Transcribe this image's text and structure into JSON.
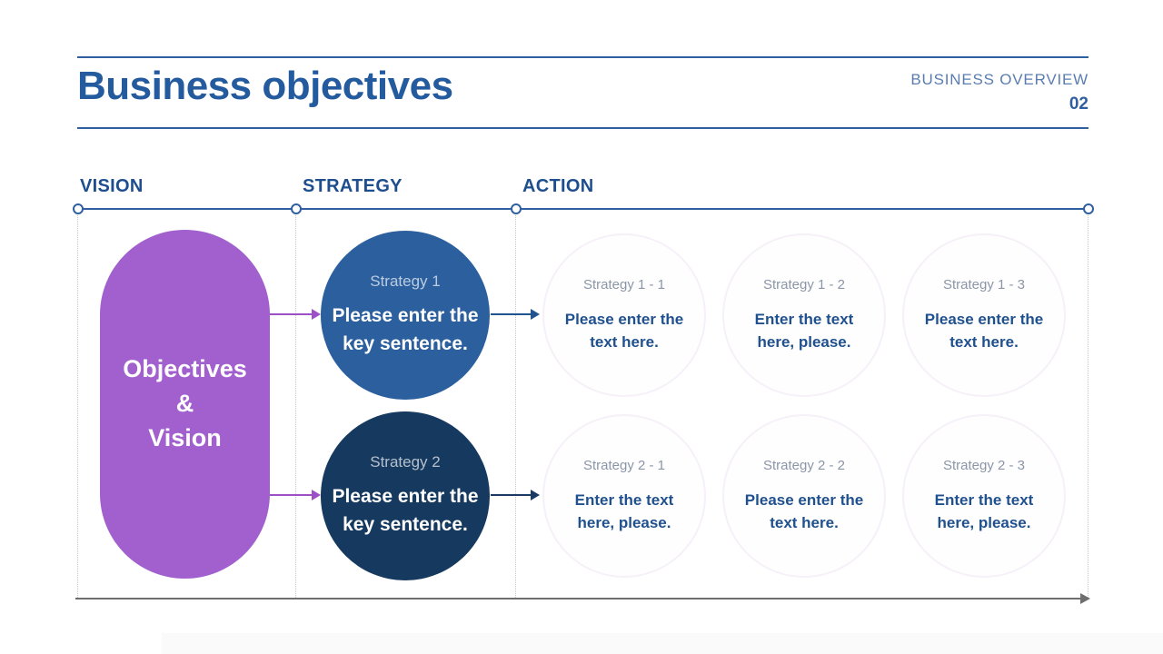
{
  "slide": {
    "title": "Business objectives",
    "header_label": "BUSINESS OVERVIEW",
    "page_number": "02"
  },
  "columns": [
    {
      "label": "VISION"
    },
    {
      "label": "STRATEGY"
    },
    {
      "label": "ACTION"
    }
  ],
  "vision": {
    "line1": "Objectives",
    "line2": "&",
    "line3": "Vision"
  },
  "strategies": [
    {
      "label": "Strategy 1",
      "text": "Please enter the key sentence."
    },
    {
      "label": "Strategy 2",
      "text": "Please enter the key sentence."
    }
  ],
  "actions": [
    {
      "label": "Strategy 1 - 1",
      "text": "Please enter the text here."
    },
    {
      "label": "Strategy 1 - 2",
      "text": "Enter the text here, please."
    },
    {
      "label": "Strategy 1 - 3",
      "text": "Please enter the text here."
    },
    {
      "label": "Strategy 2 - 1",
      "text": "Enter the text here, please."
    },
    {
      "label": "Strategy 2 - 2",
      "text": "Please enter the text here."
    },
    {
      "label": "Strategy 2 - 3",
      "text": "Enter the text here, please."
    }
  ],
  "colors": {
    "title_blue": "#245b9e",
    "rule_blue": "#2f5f9f",
    "header_label_blue": "#5a7db0",
    "column_header_blue": "#1e4e8d",
    "capsule_purple": "#a160ce",
    "arrow_purple": "#9d50c6",
    "strategy1_blue": "#2b5f9e",
    "strategy2_navy": "#16395f",
    "action_label_gray": "#8a96a8",
    "action_text_blue": "#20518f",
    "axis_gray": "#6e6e6e",
    "dotted_gray": "#c6c6c6",
    "faint_circle_border": "#f6f0f8"
  }
}
